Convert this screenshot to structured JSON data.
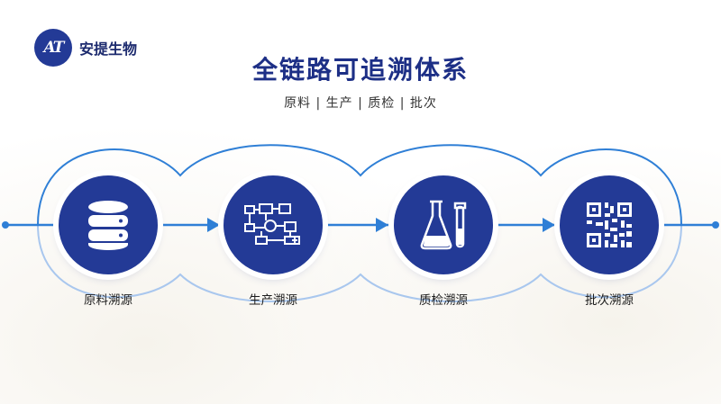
{
  "brand": {
    "logo_mark": "AT",
    "name": "安提生物"
  },
  "title": "全链路可追溯体系",
  "subtitle": "原料 | 生产 | 质检 | 批次",
  "nodes": [
    {
      "icon": "database-icon",
      "label": "原料溯源"
    },
    {
      "icon": "flowchart-icon",
      "label": "生产溯源"
    },
    {
      "icon": "flask-icon",
      "label": "质检溯源"
    },
    {
      "icon": "qr-code-icon",
      "label": "批次溯源"
    }
  ],
  "colors": {
    "primary": "#233a96",
    "line": "#2f7fd6",
    "wave": "#8db4e6",
    "title": "#1d2f86"
  }
}
